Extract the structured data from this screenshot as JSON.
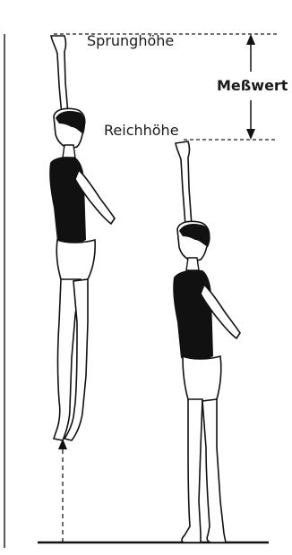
{
  "labels": {
    "jump_height": "Sprunghöhe",
    "reach_height": "Reichhöhe",
    "measured_value": "Meßwert"
  },
  "colors": {
    "ink": "#111111",
    "paper": "#ffffff",
    "dashed": "#1a1a1a"
  }
}
